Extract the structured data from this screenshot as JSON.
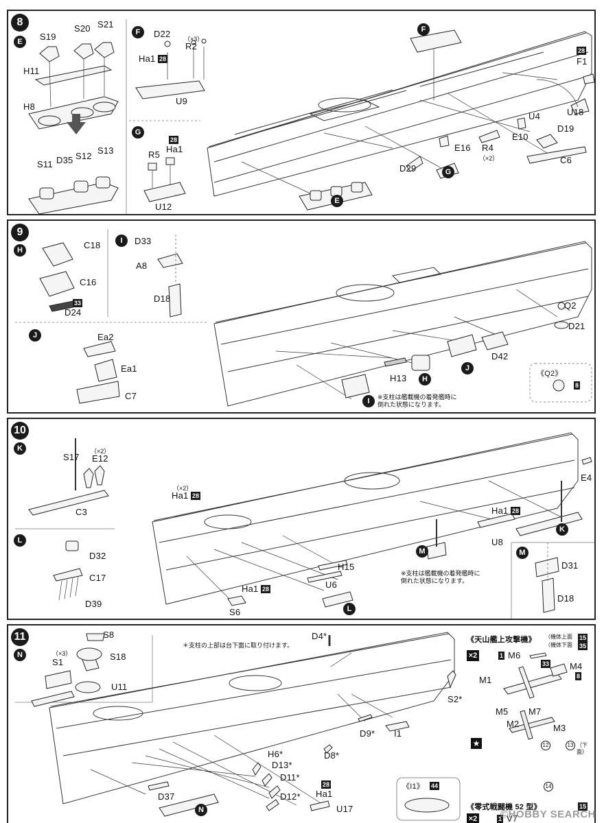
{
  "step8": {
    "number": "8",
    "sub_e": "E",
    "sub_f": "F",
    "sub_g": "G",
    "labels": {
      "S19": "S19",
      "S20": "S20",
      "S21": "S21",
      "H11": "H11",
      "H8": "H8",
      "S11": "S11",
      "D35": "D35",
      "S12": "S12",
      "S13": "S13",
      "D22": "D22",
      "x3": "（×3）",
      "R2": "R2",
      "Ha1": "Ha1",
      "U9": "U9",
      "R5": "R5",
      "Ha1b": "Ha1",
      "U12": "U12",
      "U4": "U4",
      "D19": "D19",
      "E10": "E10",
      "E16": "E16",
      "R4": "R4",
      "x2": "（×2）",
      "D29": "D29",
      "C6": "C6",
      "F1": "F1",
      "U18": "U18"
    },
    "badge": "28"
  },
  "step9": {
    "number": "9",
    "sub_h": "H",
    "sub_i": "I",
    "sub_j": "J",
    "labels": {
      "C18": "C18",
      "C16": "C16",
      "D24": "D24",
      "D33": "D33",
      "A8": "A8",
      "D18": "D18",
      "Ea2": "Ea2",
      "Ea1": "Ea1",
      "C7": "C7",
      "Q2": "Q2",
      "D21": "D21",
      "D42": "D42",
      "H13": "H13"
    },
    "badge33": "33",
    "note": "※支柱は艦載機の着発艦時に\n倒れた状態になります。",
    "inset_title": "《Q2》",
    "inset_badge": "8"
  },
  "step10": {
    "number": "10",
    "sub_k": "K",
    "sub_l": "L",
    "sub_m": "M",
    "labels": {
      "S17": "S17",
      "x2": "（×2）",
      "E12": "E12",
      "C3": "C3",
      "x2b": "（×2）",
      "Ha1": "Ha1",
      "E4": "E4",
      "Ha1b": "Ha1",
      "U8": "U8",
      "D32": "D32",
      "C17": "C17",
      "D39": "D39",
      "H15": "H15",
      "U6": "U6",
      "Ha1c": "Ha1",
      "S6": "S6",
      "D31": "D31",
      "D18": "D18"
    },
    "badge": "28",
    "note": "※支柱は艦載機の着発艦時に\n倒れた状態になります。"
  },
  "step11": {
    "number": "11",
    "sub_n": "N",
    "labels": {
      "S8": "S8",
      "x3": "（×3）",
      "S1": "S1",
      "S18": "S18",
      "U11": "U11",
      "D4": "D4*",
      "S2": "S2*",
      "D9": "D9*",
      "I1": "I1",
      "D8": "D8*",
      "H6": "H6*",
      "D13": "D13*",
      "D11": "D11*",
      "D12": "D12*",
      "Ha1": "Ha1",
      "U17": "U17",
      "D37": "D37"
    },
    "note": "＊支柱の上部は台下面に取り付けます。",
    "inset_title": "《I1》",
    "inset_badge": "44",
    "badge": "28",
    "aircraft": {
      "title": "《天山艦上攻撃機》",
      "legend1": "（機体上面",
      "legend1b": "15",
      "legend2": "（機体下面",
      "legend2b": "35",
      "x2": "×2",
      "m6": "M6",
      "m6_num": "1",
      "m4": "M4",
      "m1": "M1",
      "m5": "M5",
      "m2": "M2",
      "m7": "M7",
      "m3": "M3",
      "b33": "33",
      "b8": "8",
      "star": "★",
      "c12": "12",
      "c13": "13",
      "c14": "14",
      "underside": "（下面）",
      "title2": "《零式戦闘機 52 型》",
      "v7": "V7",
      "x2b": "×2",
      "num1b": "1",
      "b15": "15"
    }
  },
  "watermark": "©HOBBY SEARCH"
}
